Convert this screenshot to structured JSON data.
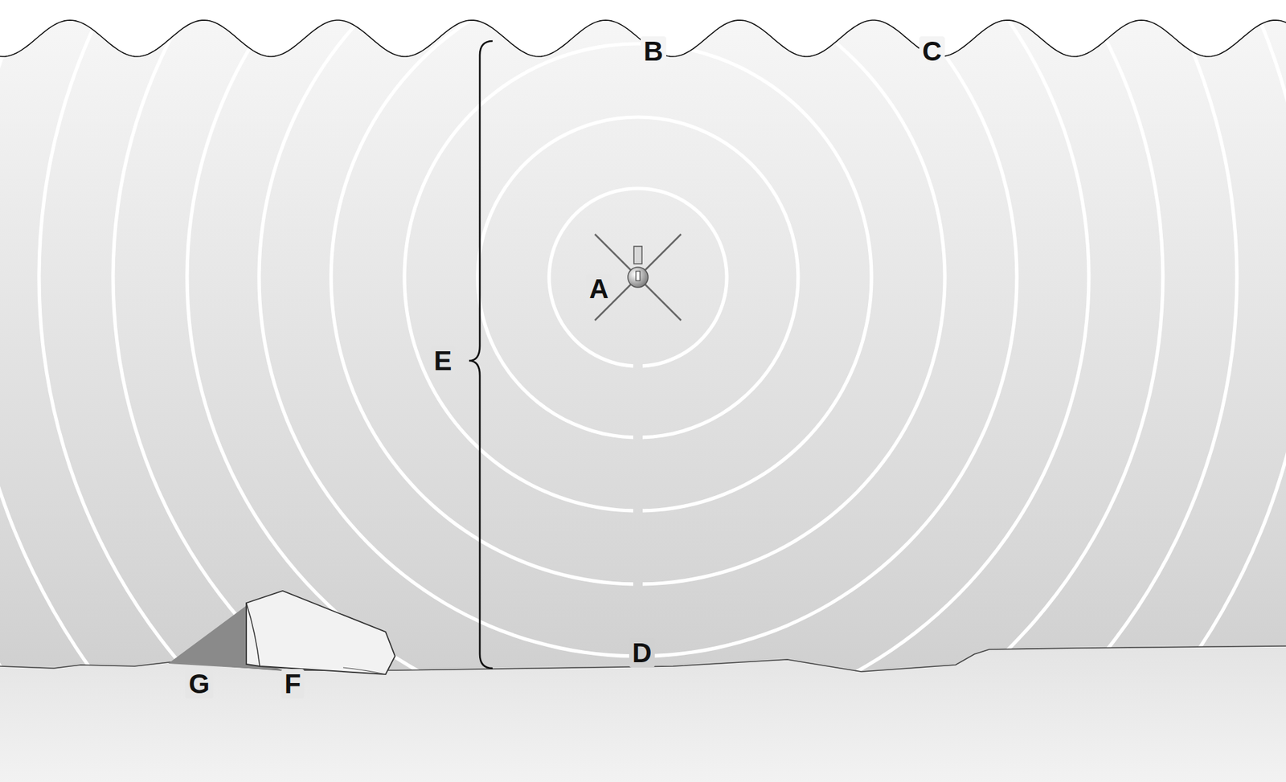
{
  "diagram": {
    "labels": [
      "B",
      "C",
      "A",
      "E",
      "D",
      "G",
      "F"
    ]
  }
}
